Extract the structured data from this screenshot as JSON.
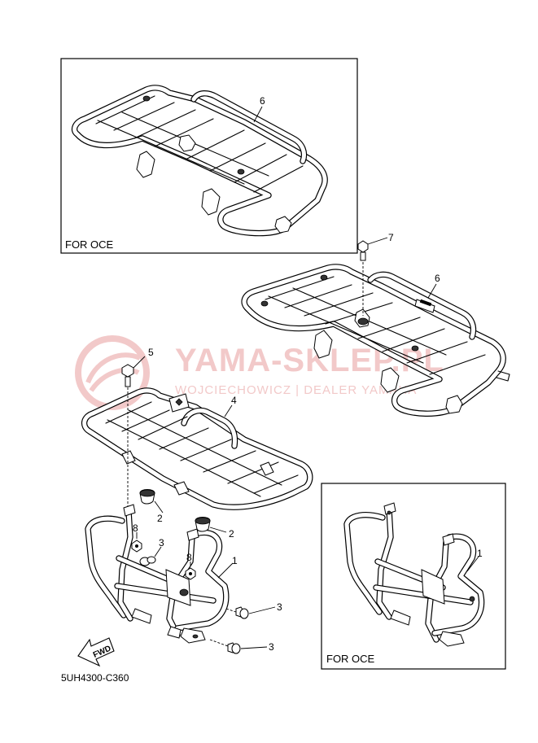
{
  "watermark": {
    "title": "YAMA-SKLEP.PL",
    "subtitle": "WOJCIECHOWICZ | DEALER YAMAHA"
  },
  "insets": {
    "top_label": "FOR OCE",
    "bottom_label": "FOR OCE"
  },
  "fwd_label": "FWD",
  "part_code": "5UH4300-C360",
  "callouts": {
    "c6_top": "6",
    "c7": "7",
    "c6_mid": "6",
    "c5": "5",
    "c4": "4",
    "c2_a": "2",
    "c2_b": "2",
    "c8_a": "8",
    "c3_a": "3",
    "c8_b": "8",
    "c1_main": "1",
    "c3_b": "3",
    "c3_c": "3",
    "c1_inset": "1"
  }
}
